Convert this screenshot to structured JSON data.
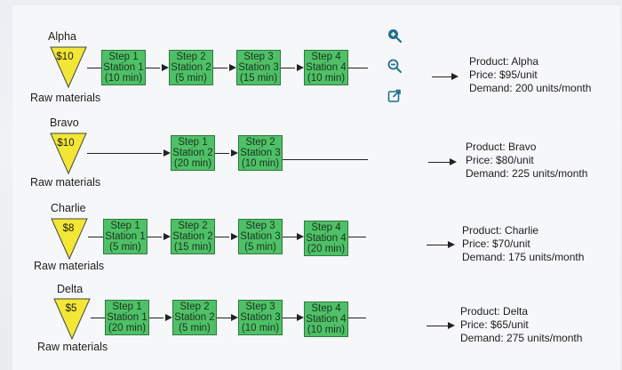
{
  "products": [
    {
      "name": "Alpha",
      "price_tag": "$10",
      "raw_label": "Raw materials",
      "steps": [
        {
          "step": "Step 1",
          "station": "Station 1",
          "time": "(10 min)"
        },
        {
          "step": "Step 2",
          "station": "Station 2",
          "time": "(5 min)"
        },
        {
          "step": "Step 3",
          "station": "Station 3",
          "time": "(15 min)"
        },
        {
          "step": "Step 4",
          "station": "Station 4",
          "time": "(10 min)"
        }
      ],
      "info": {
        "product": "Product: Alpha",
        "price": "Price: $95/unit",
        "demand": "Demand: 200 units/month"
      }
    },
    {
      "name": "Bravo",
      "price_tag": "$10",
      "raw_label": "Raw materials",
      "steps": [
        {
          "step": "Step 1",
          "station": "Station 2",
          "time": "(20 min)"
        },
        {
          "step": "Step 2",
          "station": "Station 3",
          "time": "(10 min)"
        }
      ],
      "info": {
        "product": "Product: Bravo",
        "price": "Price: $80/unit",
        "demand": "Demand: 225 units/month"
      }
    },
    {
      "name": "Charlie",
      "price_tag": "$8",
      "raw_label": "Raw materials",
      "steps": [
        {
          "step": "Step 1",
          "station": "Station 1",
          "time": "(5 min)"
        },
        {
          "step": "Step 2",
          "station": "Station 2",
          "time": "(15 min)"
        },
        {
          "step": "Step 3",
          "station": "Station 3",
          "time": "(5 min)"
        },
        {
          "step": "Step 4",
          "station": "Station 4",
          "time": "(20 min)"
        }
      ],
      "info": {
        "product": "Product: Charlie",
        "price": "Price: $70/unit",
        "demand": "Demand: 175 units/month"
      }
    },
    {
      "name": "Delta",
      "price_tag": "$5",
      "raw_label": "Raw materials",
      "steps": [
        {
          "step": "Step 1",
          "station": "Station 1",
          "time": "(20 min)"
        },
        {
          "step": "Step 2",
          "station": "Station 2",
          "time": "(5 min)"
        },
        {
          "step": "Step 3",
          "station": "Station 3",
          "time": "(10 min)"
        },
        {
          "step": "Step 4",
          "station": "Station 4",
          "time": "(10 min)"
        }
      ],
      "info": {
        "product": "Product: Delta",
        "price": "Price: $65/unit",
        "demand": "Demand: 275 units/month"
      }
    }
  ],
  "toolbar": {
    "icons": [
      "zoom-in-icon",
      "zoom-out-icon",
      "open-external-icon"
    ],
    "accent_color": "#1f6f8b"
  },
  "colors": {
    "step_box": "#4fc067",
    "step_border": "#2c7a3e",
    "raw_triangle": "#f2e636"
  }
}
